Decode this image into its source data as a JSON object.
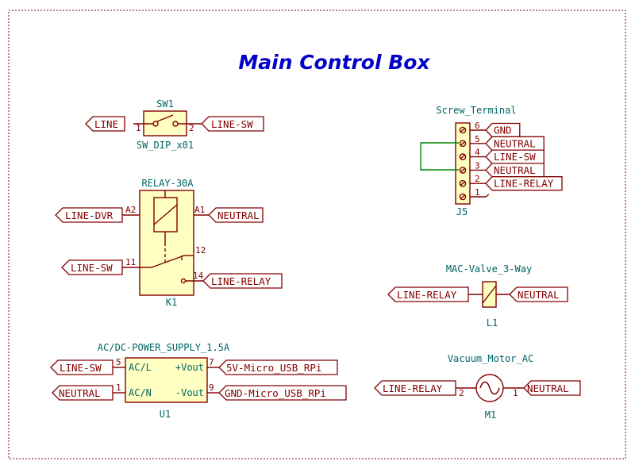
{
  "sheet": {
    "title": "Main Control Box"
  },
  "sw1": {
    "ref": "SW1",
    "value": "SW_DIP_x01",
    "pin1": "1",
    "pin2": "2",
    "label_left": "LINE",
    "label_right": "LINE-SW"
  },
  "k1": {
    "name": "RELAY-30A",
    "ref": "K1",
    "pin_a2": "A2",
    "pin_a1": "A1",
    "pin_11": "11",
    "pin_12": "12",
    "pin_14": "14",
    "label_a2": "LINE-DVR",
    "label_a1": "NEUTRAL",
    "label_11": "LINE-SW",
    "label_14": "LINE-RELAY"
  },
  "j5": {
    "name": "Screw_Terminal",
    "ref": "J5",
    "pins": [
      {
        "num": "6",
        "label": "GND"
      },
      {
        "num": "5",
        "label": "NEUTRAL"
      },
      {
        "num": "4",
        "label": "LINE-SW"
      },
      {
        "num": "3",
        "label": "NEUTRAL"
      },
      {
        "num": "2",
        "label": "LINE-RELAY"
      },
      {
        "num": "1",
        "label": ""
      }
    ]
  },
  "l1": {
    "name": "MAC-Valve_3-Way",
    "ref": "L1",
    "label_left": "LINE-RELAY",
    "label_right": "NEUTRAL"
  },
  "u1": {
    "name": "AC/DC-POWER_SUPPLY_1.5A",
    "ref": "U1",
    "pin5": "5",
    "pin1": "1",
    "pin7": "7",
    "pin9": "9",
    "in_l": "AC/L",
    "in_n": "AC/N",
    "out_p": "+Vout",
    "out_n": "-Vout",
    "label_5": "LINE-SW",
    "label_1": "NEUTRAL",
    "label_7": "5V-Micro_USB_RPi",
    "label_9": "GND-Micro_USB_RPi"
  },
  "m1": {
    "name": "Vacuum_Motor_AC",
    "ref": "M1",
    "pin2": "2",
    "pin1": "1",
    "label_left": "LINE-RELAY",
    "label_right": "NEUTRAL"
  }
}
